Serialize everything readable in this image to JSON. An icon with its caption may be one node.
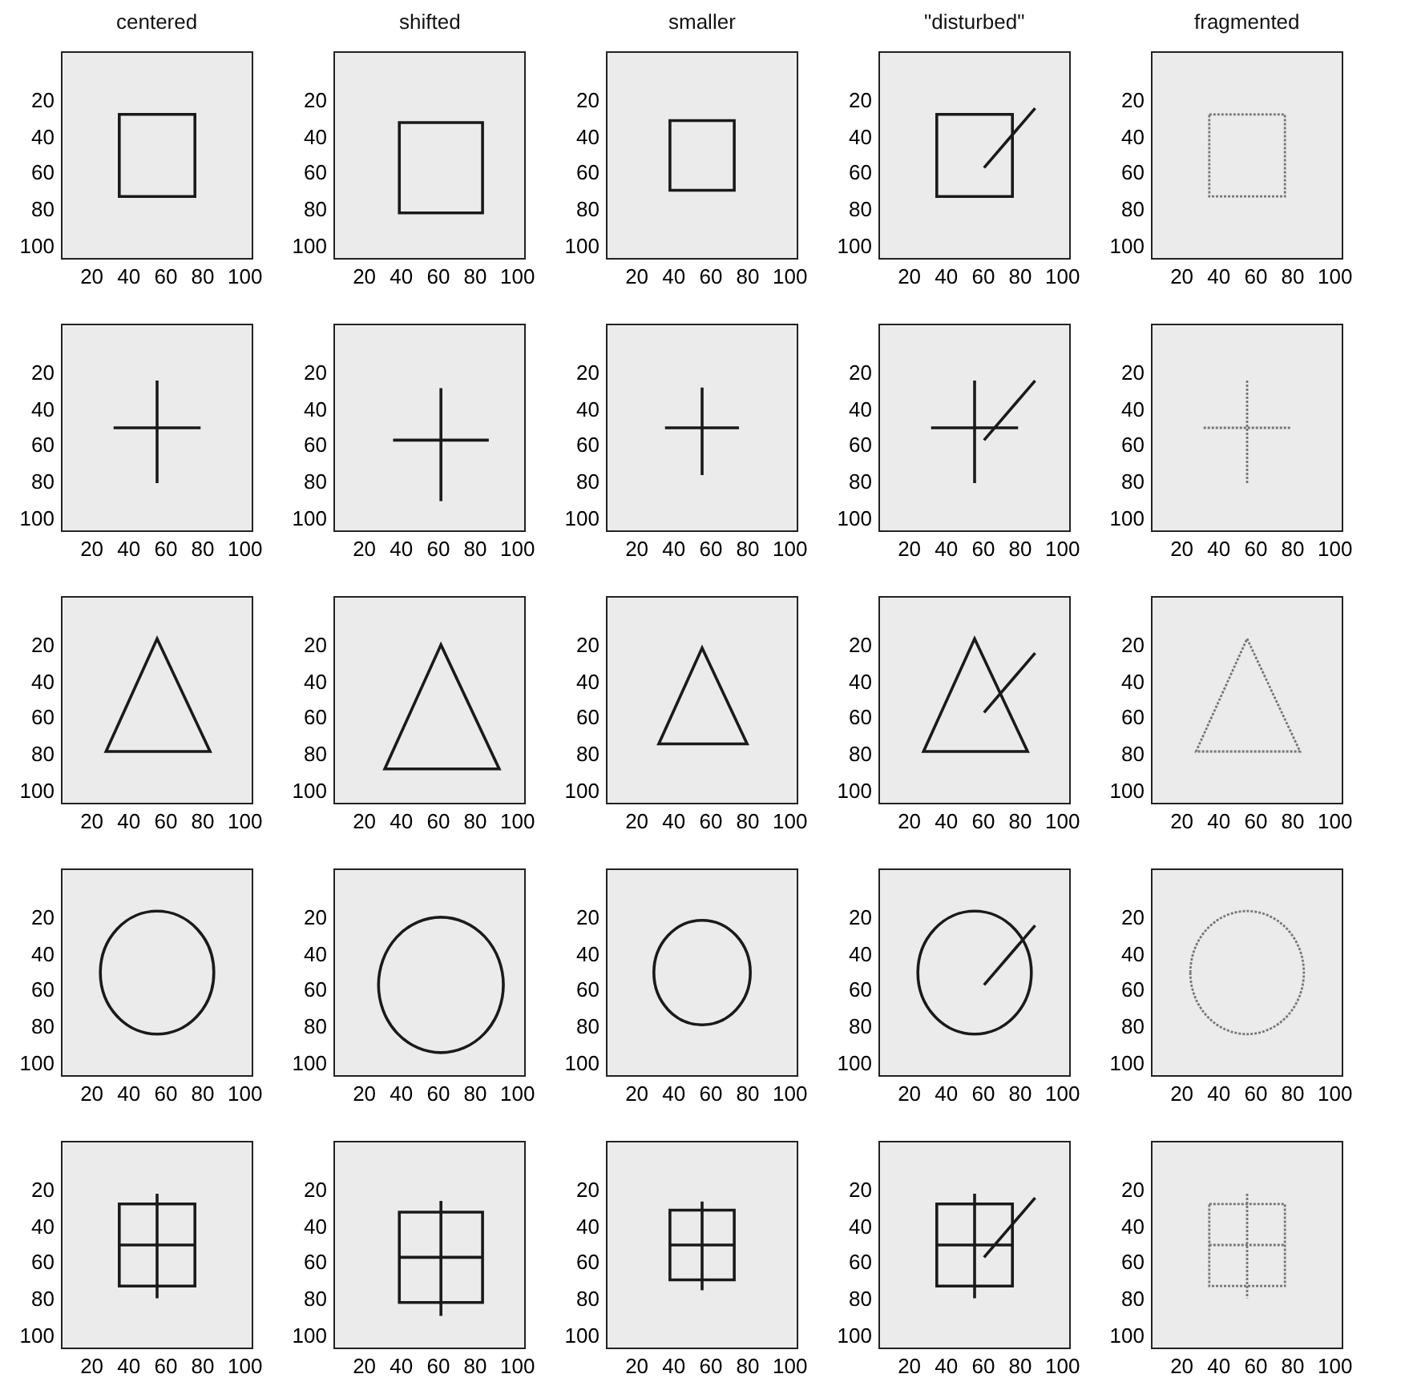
{
  "diagram": {
    "labels": [
      "centered",
      "shifted",
      "smaller",
      "\"disturbed\"",
      "fragmented",
      "20",
      "40",
      "60",
      "80",
      "100",
      "20",
      "40",
      "60",
      "80",
      "100",
      "20",
      "40",
      "60",
      "80",
      "100",
      "20",
      "40",
      "60",
      "80",
      "100",
      "20",
      "40",
      "60",
      "80",
      "100",
      "20",
      "40",
      "60",
      "80",
      "100",
      "20",
      "40",
      "60",
      "80",
      "100",
      "20",
      "40",
      "60",
      "80",
      "100",
      "20",
      "40",
      "60",
      "80",
      "100",
      "20",
      "40",
      "60",
      "80",
      "100",
      "20",
      "40",
      "60",
      "80",
      "100",
      "20",
      "40",
      "60",
      "80",
      "100",
      "20",
      "40",
      "60",
      "80",
      "100",
      "20",
      "40",
      "60",
      "80",
      "100",
      "20",
      "40",
      "60",
      "80",
      "100",
      "20",
      "40",
      "60",
      "80",
      "100",
      "20",
      "40",
      "60",
      "80",
      "100",
      "20",
      "40",
      "60",
      "80",
      "100",
      "20",
      "40",
      "60",
      "80",
      "100",
      "20",
      "40",
      "60",
      "80",
      "100",
      "20",
      "40",
      "60",
      "80",
      "100",
      "20",
      "40",
      "60",
      "80",
      "100",
      "20",
      "40",
      "60",
      "80",
      "100",
      "20",
      "40",
      "60",
      "80",
      "100",
      "20",
      "40",
      "60",
      "80",
      "100",
      "20",
      "40",
      "60",
      "80",
      "100",
      "20",
      "40",
      "60",
      "80",
      "100",
      "20",
      "40",
      "60",
      "80",
      "100",
      "20",
      "40",
      "60",
      "80",
      "100",
      "20",
      "40",
      "60",
      "80",
      "100",
      "20",
      "40",
      "60",
      "80",
      "100",
      "20",
      "40",
      "60",
      "80",
      "100",
      "20",
      "40",
      "60",
      "80",
      "100",
      "20",
      "40",
      "60",
      "80",
      "100",
      "20",
      "40",
      "60",
      "80",
      "100",
      "20",
      "40",
      "60",
      "80",
      "100",
      "20",
      "40",
      "60",
      "80",
      "100",
      "20",
      "40",
      "60",
      "80",
      "100",
      "20",
      "40",
      "60",
      "80",
      "100",
      "20",
      "40",
      "60",
      "80",
      "100",
      "20",
      "40",
      "60",
      "80",
      "100",
      "20",
      "40",
      "60",
      "80",
      "100",
      "20",
      "40",
      "60",
      "80",
      "100",
      "20",
      "40",
      "60",
      "80",
      "100",
      "20",
      "40",
      "60",
      "80",
      "100",
      "20",
      "40",
      "60",
      "80",
      "100",
      "20",
      "40",
      "60",
      "80",
      "100",
      "20",
      "40",
      "60",
      "80",
      "100",
      "20",
      "40",
      "60",
      "80",
      "100",
      "20",
      "40",
      "60",
      "80",
      "100"
    ]
  }
}
